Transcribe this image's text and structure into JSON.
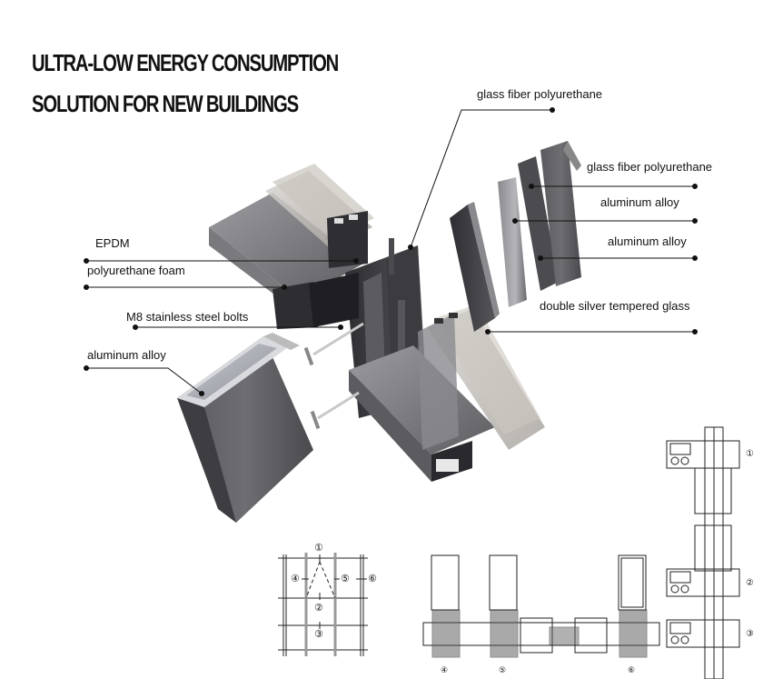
{
  "title": {
    "line1": "ULTRA-LOW ENERGY CONSUMPTION",
    "line2": "SOLUTION FOR NEW BUILDINGS"
  },
  "callouts": [
    {
      "id": "glass-fiber-polyurethane-top",
      "text": "glass fiber polyurethane"
    },
    {
      "id": "glass-fiber-polyurethane-right",
      "text": "glass fiber polyurethane"
    },
    {
      "id": "aluminum-alloy-right-1",
      "text": "aluminum alloy"
    },
    {
      "id": "aluminum-alloy-right-2",
      "text": "aluminum alloy"
    },
    {
      "id": "double-silver-tempered-glass",
      "text": "double silver tempered glass"
    },
    {
      "id": "epdm",
      "text": "EPDM"
    },
    {
      "id": "polyurethane-foam",
      "text": "polyurethane foam"
    },
    {
      "id": "m8-stainless-steel-bolts",
      "text": "M8 stainless steel bolts"
    },
    {
      "id": "aluminum-alloy-left",
      "text": "aluminum alloy"
    }
  ],
  "elevation_key": {
    "markers": [
      "①",
      "②",
      "③",
      "④",
      "⑤",
      "⑥"
    ]
  },
  "horizontal_section": {
    "markers": [
      "④",
      "⑤",
      "⑥"
    ]
  },
  "vertical_section": {
    "markers": [
      "①",
      "②",
      "③"
    ]
  }
}
